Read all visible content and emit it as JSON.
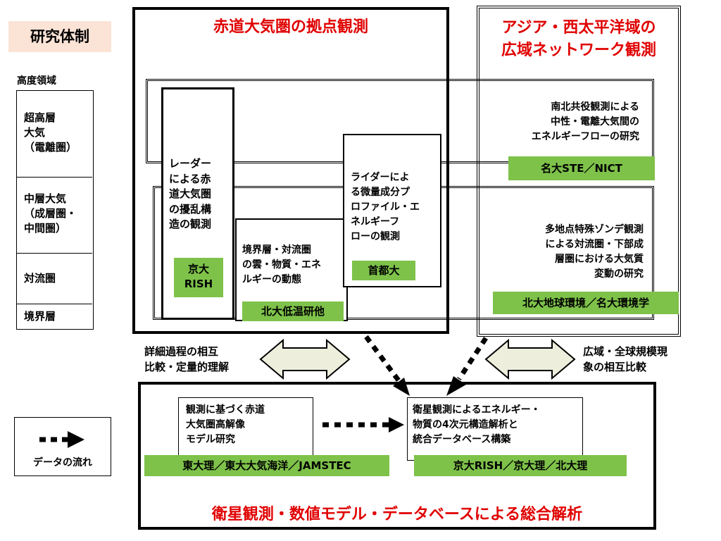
{
  "header": {
    "title": "研究体制"
  },
  "altitude": {
    "heading": "高度領域",
    "levels": [
      {
        "label": "超高層\n大気\n（電離圏）"
      },
      {
        "label": "中層大気\n（成層圏・\n中間圏）"
      },
      {
        "label": "対流圏"
      },
      {
        "label": "境界層"
      }
    ]
  },
  "equatorial": {
    "title": "赤道大気圏の拠点観測",
    "radar": {
      "text": "レーダー\nによる赤\n道大気圏\nの擾乱構\n造の観測",
      "org": "京大\nRISH"
    },
    "boundary": {
      "text": "境界層・対流圏\nの雲・物質・エネ\nルギーの動態",
      "org": "北大低温研他"
    },
    "lidar": {
      "text": "ライダーによ\nる微量成分プ\nロファイル・エ\nネルギーフ\nローの観測",
      "org": "首都大"
    }
  },
  "asia": {
    "title": "アジア・西太平洋域の\n広域ネットワーク観測",
    "upper": {
      "text": "南北共役観測による\n中性・電離大気間の\nエネルギーフローの研究",
      "org": "名大STE／NICT"
    },
    "middle": {
      "text": "多地点特殊ゾンデ観測\nによる対流圏・下部成\n層圏における大気質\n変動の研究",
      "org": "北大地球環境／名大環境学"
    }
  },
  "arrows": {
    "left_note": "詳細過程の相互\n比較・定量的理解",
    "right_note": "広域・全球規模現\n象の相互比較"
  },
  "integrated": {
    "title": "衛星観測・数値モデル・データベースによる総合解析",
    "model": {
      "text": "観測に基づく赤道\n大気圏高解像\nモデル研究",
      "org": "東大理／東大大気海洋／JAMSTEC"
    },
    "satellite": {
      "text": "衛星観測によるエネルギー・\n物質の4次元構造解析と\n統合データベース構築",
      "org": "京大RISH／京大理／北大理"
    }
  },
  "legend": {
    "label": "データの流れ"
  },
  "colors": {
    "accent_red": "#e00000",
    "org_green": "#7ec24a",
    "title_bg": "#fbe3d6",
    "arrow_fill": "#eeeedd"
  }
}
